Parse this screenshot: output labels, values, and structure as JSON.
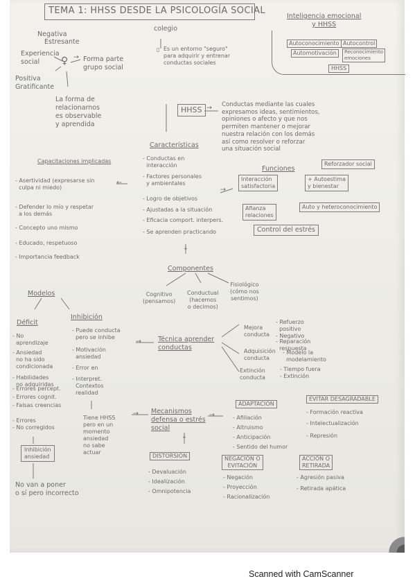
{
  "title": "TEMA 1: HHSS DESDE LA PSICOLOGÍA SOCIAL",
  "top_left": {
    "negativa": "Negativa",
    "estresante": "Estresante",
    "experiencia_social": "Experiencia\nsocial",
    "forma_parte": "Forma parte\ngrupo social",
    "positiva": "Positiva\nGratificante",
    "forma_relacionarnos": "La forma de\nrelacionarnos\nes observable\ny aprendida"
  },
  "colegio": {
    "label": "colegio",
    "text": "Es un entorno \"seguro\"\npara adquirir y entrenar\nconductas sociales"
  },
  "ie": {
    "title": "Inteligencia emocional\ny HHSS",
    "items": [
      "Autoconocimiento",
      "Autocontrol",
      "Automotivación",
      "Reconocimiento\nemociones",
      "HHSS"
    ]
  },
  "hhss": {
    "label": "HHSS",
    "def": "Conductas mediante las cuales\nexpresamos ideas, sentimientos,\nopiniones o afecto y que nos\npermiten mantener o mejorar\nnuestra relación con los demás\nasí como resolver o reforzar\nuna situación social"
  },
  "caracteristicas": {
    "title": "Características",
    "items": [
      "- Conductas en\n  interacción",
      "- Factores personales\n  y ambientales",
      "- Logro de objetivos",
      "- Ajustadas a la situación",
      "- Eficacia comport. interpers.",
      "- Se aprenden practicando"
    ]
  },
  "funciones": {
    "title": "Funciones",
    "interaccion": "Interacción\nsatisfactoria",
    "autoestima": "+ Autoestima\ny bienestar",
    "refuerzo": "Reforzador social",
    "afianza": "Afianza\nrelaciones",
    "autoconocimiento": "Auto y heteroconocimiento",
    "control": "Control del estrés"
  },
  "capacitaciones": {
    "title": "Capacitaciones implicadas",
    "items": [
      "- Asertividad (expresarse sin\n  culpa ni miedo)",
      "- Defender lo mío y respetar\n  a los demás",
      "- Concepto uno mismo",
      "- Educado, respetuoso",
      "- Importancia feedback"
    ]
  },
  "componentes": {
    "title": "Componentes",
    "cognitivo": "Cognitivo\n(pensamos)",
    "conductual": "Conductual\n(hacemos\no decimos)",
    "fisiologico": "Fisiológico\n(cómo nos\nsentimos)"
  },
  "modelos": {
    "title": "Modelos",
    "deficit": "Déficit",
    "deficit_items": [
      "- No\n  aprendizaje",
      "- Ansiedad\n  no ha sido\n  condicionada",
      "- Habilidades\n  no adquiridas",
      "- Errores percept.",
      "- Errores cognit.",
      "- Falsas creencias"
    ],
    "inhibicion": "Inhibición",
    "inhibicion_items": [
      "- Puede conducta\n  pero se inhibe",
      "- Motivación\n  ansiedad",
      "- Error en",
      "- Interpret.\n  Contextos\n  realidad"
    ],
    "errores": "- Errores\n- No corregidos",
    "tiene_hhss": "Tiene HHSS\npero en un\nmomento\nansiedad\nno sabe\nactuar",
    "ansiedad_box": "Inhibición\nansiedad",
    "no_van": "No van a poner\no sí pero incorrecto"
  },
  "tecnicas": {
    "title": "Técnica aprender\nconductas",
    "mejora": "Mejora\nconducta",
    "refuerzo": "- Refuerzo\n  positivo\n- Negativo",
    "reparacion": "- Reparación\n  respuesta",
    "adquisicion": "Adquisición\nconducta",
    "modelado": "- Modelo la\n  modelamiento",
    "extincion": "Extinción\nconducta",
    "tiempo": "- Tiempo fuera\n- Extinción"
  },
  "mecanismos": {
    "title": "Mecanismos\ndefensa o estrés\nsocial",
    "adaptacion": "ADAPTACIÓN",
    "adaptacion_items": [
      "- Afiliación",
      "- Altruismo",
      "- Anticipación",
      "- Sentido del humor"
    ],
    "evitar": "EVITAR DESAGRADABLE",
    "evitar_items": [
      "- Formación reactiva",
      "- Intelectualización",
      "- Represión"
    ],
    "distorsion": "DISTORSIÓN",
    "distorsion_items": [
      "- Devaluación",
      "- Idealización",
      "- Omnipotencia"
    ],
    "negacion": "NEGACIÓN O\nEVITACIÓN",
    "negacion_items": [
      "- Negación",
      "- Proyección",
      "- Racionalización"
    ],
    "accion": "ACCIÓN O\nRETIRADA",
    "accion_items": [
      "- Agresión pasiva",
      "- Retirada apática"
    ]
  },
  "footer": "Scanned with CamScanner"
}
